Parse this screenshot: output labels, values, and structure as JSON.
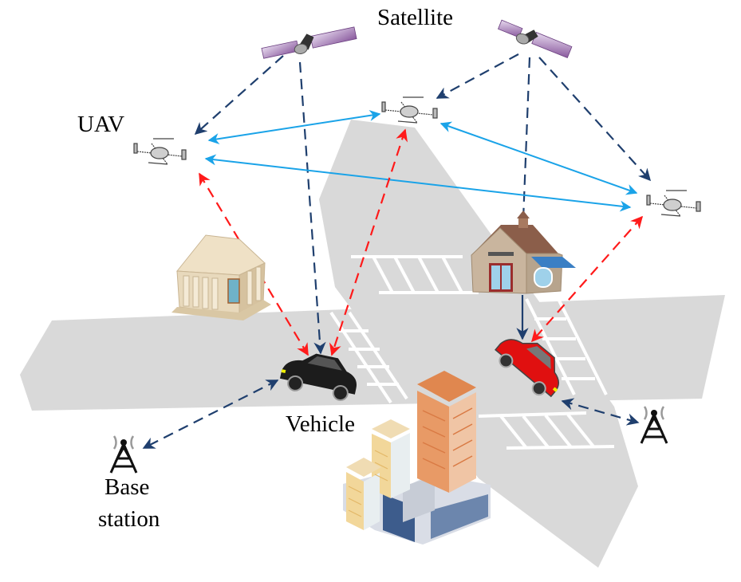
{
  "labels": {
    "satellite": "Satellite",
    "uav": "UAV",
    "vehicle": "Vehicle",
    "base_station_line1": "Base",
    "base_station_line2": "station"
  },
  "colors": {
    "road": "#d9d9d9",
    "satellite_link": "#1f3f6e",
    "uav_uav_link": "#1aa3e8",
    "uav_vehicle_link": "#ff1a1a",
    "vehicle_bs_link": "#1f3f6e",
    "car_black": "#1c1c1c",
    "car_red": "#e01010"
  },
  "links": [
    {
      "type": "satellite-uav",
      "from": "satellite-1",
      "to": "uav-1"
    },
    {
      "type": "satellite-vehicle",
      "from": "satellite-1",
      "to": "vehicle-1"
    },
    {
      "type": "satellite-uav",
      "from": "satellite-2",
      "to": "uav-2"
    },
    {
      "type": "satellite-uav",
      "from": "satellite-2",
      "to": "uav-3"
    },
    {
      "type": "satellite-vehicle",
      "from": "satellite-2",
      "to": "vehicle-2"
    },
    {
      "type": "uav-uav",
      "from": "uav-1",
      "to": "uav-2"
    },
    {
      "type": "uav-uav",
      "from": "uav-1",
      "to": "uav-3"
    },
    {
      "type": "uav-uav",
      "from": "uav-2",
      "to": "uav-3"
    },
    {
      "type": "uav-vehicle",
      "from": "uav-1",
      "to": "vehicle-1"
    },
    {
      "type": "uav-vehicle",
      "from": "uav-2",
      "to": "vehicle-1"
    },
    {
      "type": "uav-vehicle",
      "from": "uav-3",
      "to": "vehicle-2"
    },
    {
      "type": "vehicle-bs",
      "from": "vehicle-1",
      "to": "base-station-1"
    },
    {
      "type": "vehicle-bs",
      "from": "vehicle-2",
      "to": "base-station-2"
    }
  ]
}
